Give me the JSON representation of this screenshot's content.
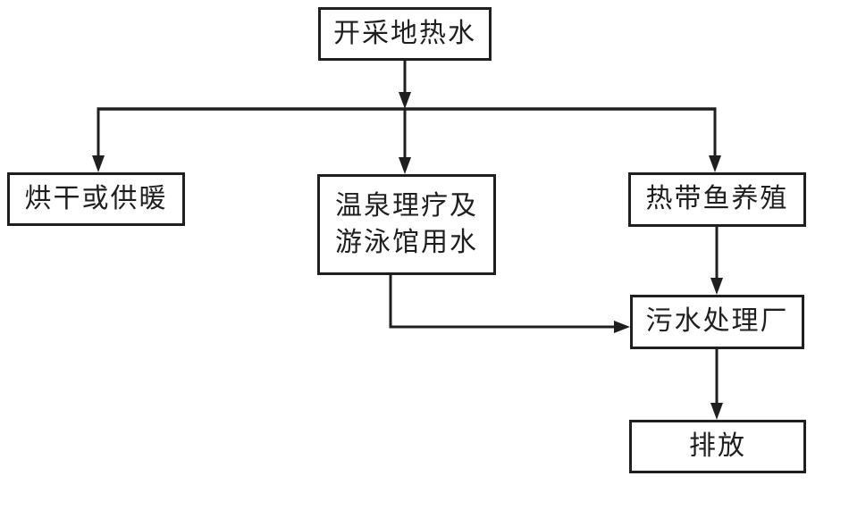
{
  "diagram": {
    "type": "flowchart",
    "language": "zh-CN",
    "background_color": "#ffffff",
    "line_color": "#1f1f1f",
    "text_color": "#1f1f1f",
    "nodes": {
      "source": {
        "id": "source",
        "label": "开采地热水"
      },
      "drying": {
        "id": "drying",
        "label": "烘干或供暖"
      },
      "spa": {
        "id": "spa",
        "label": "温泉理疗及游泳馆用水",
        "line1": "温泉理疗及",
        "line2": "游泳馆用水"
      },
      "fish": {
        "id": "fish",
        "label": "热带鱼养殖"
      },
      "sewage": {
        "id": "sewage",
        "label": "污水处理厂"
      },
      "discharge": {
        "id": "discharge",
        "label": "排放"
      }
    },
    "edges": [
      {
        "from": "source",
        "to": "drying",
        "style": "arrow"
      },
      {
        "from": "source",
        "to": "spa",
        "style": "arrow"
      },
      {
        "from": "source",
        "to": "fish",
        "style": "arrow"
      },
      {
        "from": "spa",
        "to": "sewage",
        "style": "arrow"
      },
      {
        "from": "fish",
        "to": "sewage",
        "style": "arrow"
      },
      {
        "from": "sewage",
        "to": "discharge",
        "style": "arrow"
      }
    ]
  }
}
